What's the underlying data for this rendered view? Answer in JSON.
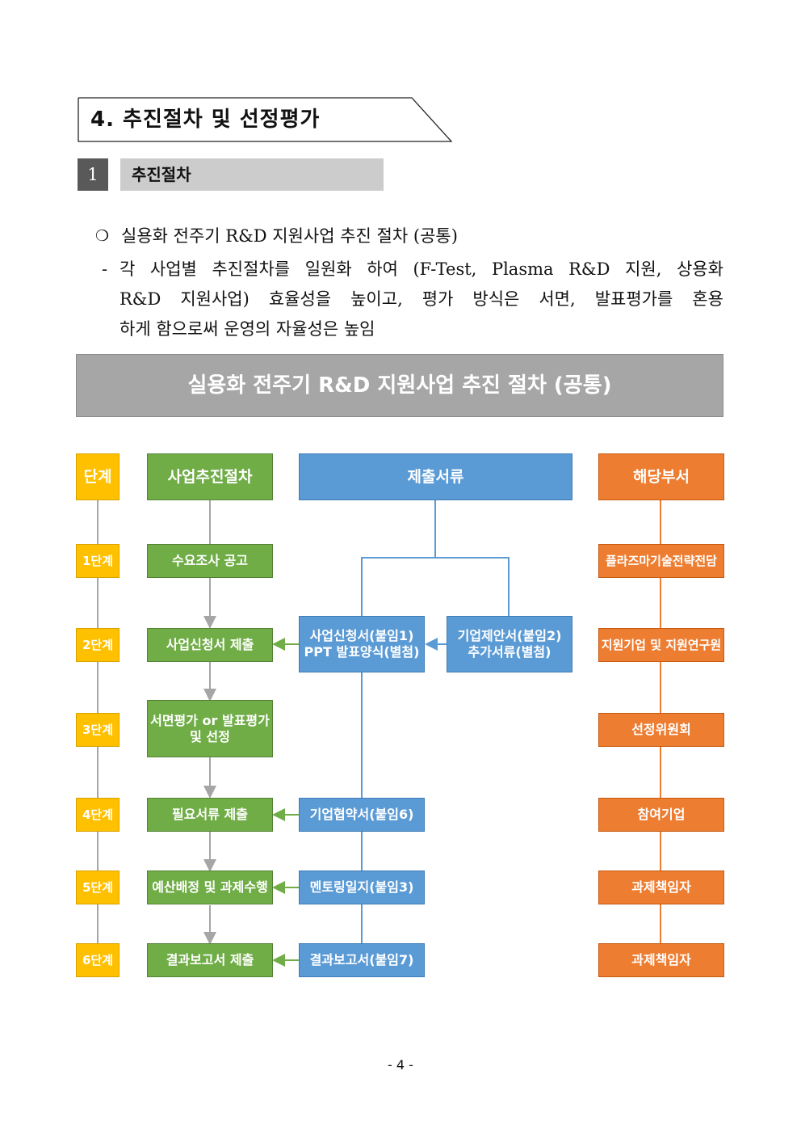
{
  "section": {
    "title": "4. 추진절차 및 선정평가"
  },
  "subsection": {
    "number": "1",
    "title": "추진절차"
  },
  "bullet": {
    "marker": "❍",
    "text": "실용화 전주기 R&D 지원사업 추진 절차 (공통)"
  },
  "dash": {
    "marker": "-",
    "line1": [
      "각",
      "사업별",
      "추진절차를",
      "일원화",
      "하여",
      "(F-Test,",
      "Plasma",
      "R&D",
      "지원,",
      "상용화"
    ],
    "line2": [
      "R&D",
      "지원사업)",
      "효율성을",
      "높이고,",
      "평가",
      "방식은",
      "서면,",
      "발표평가를",
      "혼용"
    ],
    "line3": "하게 함으로써 운영의 자율성은 높임"
  },
  "diagram": {
    "banner": "실용화 전주기 R&D 지원사업 추진 절차 (공통)",
    "headers": {
      "stage": "단계",
      "process": "사업추진절차",
      "documents": "제출서류",
      "department": "해당부서"
    },
    "stages": [
      "1단계",
      "2단계",
      "3단계",
      "4단계",
      "5단계",
      "6단계"
    ],
    "process": [
      "수요조사 공고",
      "사업신청서 제출",
      "서면평가 or 발표평가\n및 선정",
      "필요서류 제출",
      "예산배정 및 과제수행",
      "결과보고서 제출"
    ],
    "documents": {
      "application": "사업신청서(붙임1)\nPPT 발표양식(별첨)",
      "proposal": "기업제안서(붙임2)\n추가서류(별첨)",
      "agreement": "기업협약서(붙임6)",
      "mentoring": "멘토링일지(붙임3)",
      "report": "결과보고서(붙임7)"
    },
    "departments": [
      "플라즈마기술전략전담",
      "지원기업 및 지원연구원",
      "선정위원회",
      "참여기업",
      "과제책임자",
      "과제책임자"
    ],
    "colors": {
      "stage": "#ffc000",
      "process": "#70ad47",
      "documents": "#5b9bd5",
      "department": "#ed7d31",
      "banner": "#a6a6a6"
    }
  },
  "footer": {
    "page": "- 4 -"
  }
}
